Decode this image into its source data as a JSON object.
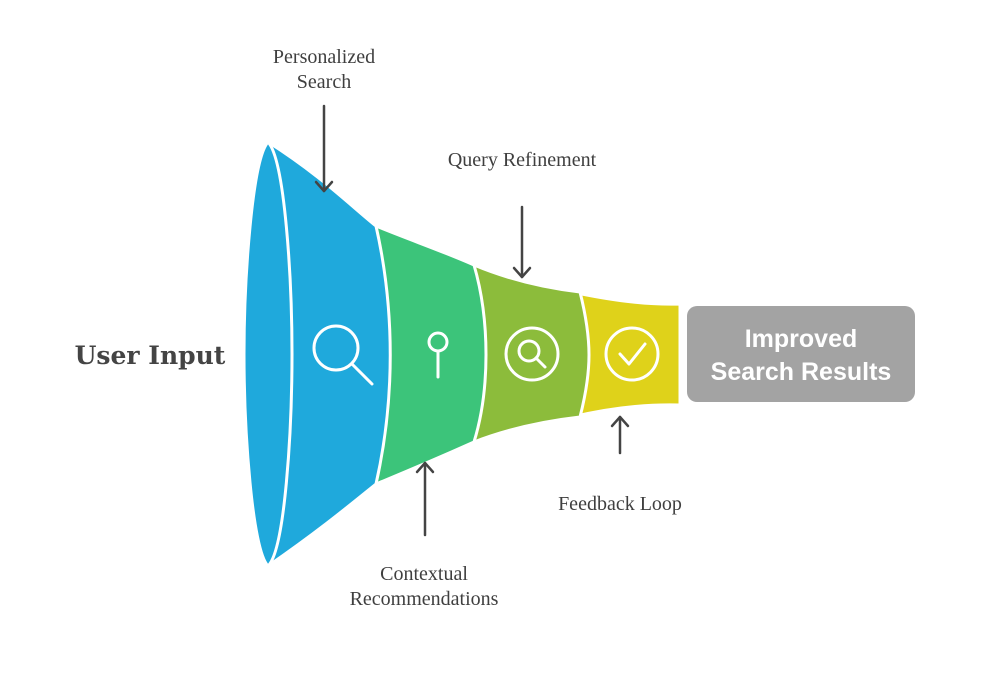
{
  "input_label": "User Input",
  "result": {
    "line1": "Improved",
    "line2": "Search Results",
    "color": "#a3a3a3"
  },
  "stages": [
    {
      "line1": "Personalized",
      "line2": "Search",
      "icon": "magnifier-icon",
      "color": "#1fa9dc",
      "arrow": "down"
    },
    {
      "line1": "Contextual",
      "line2": "Recommendations",
      "icon": "pin-icon",
      "color": "#3cc47a",
      "arrow": "up"
    },
    {
      "line1": "Query Refinement",
      "line2": "",
      "icon": "circled-search-icon",
      "color": "#8cbc3b",
      "arrow": "down"
    },
    {
      "line1": "Feedback Loop",
      "line2": "",
      "icon": "check-circle-icon",
      "color": "#dfd21a",
      "arrow": "up"
    }
  ],
  "arrow_color": "#444444"
}
